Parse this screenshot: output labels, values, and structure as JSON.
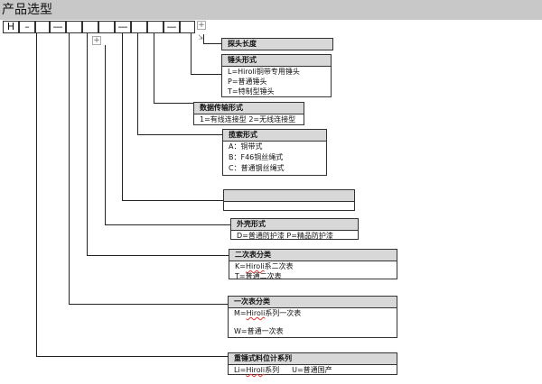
{
  "page": {
    "title": "产品选型"
  },
  "code": {
    "first_char": "H",
    "dash_1": "–",
    "dash_2": "—",
    "dash_3": "—",
    "dash_4": "—",
    "plus": "+",
    "resize_glyph": "⇲"
  },
  "sections": {
    "probe_length": {
      "title": "探头长度"
    },
    "hammer_type": {
      "title": "锤头形式",
      "options": [
        "L=Hiroli铜带专用锤头",
        "P=普通锤头",
        "T=特制型锤头"
      ]
    },
    "data_transmission": {
      "title": "数据传输形式",
      "options": [
        "1=有线连接型   2=无线连接型"
      ]
    },
    "cable_type": {
      "title": "揽索形式",
      "options": [
        "A：铜带式",
        "B：F46铜丝绳式",
        "C：普通钢丝绳式"
      ]
    },
    "blank_section": {
      "title": ""
    },
    "housing_type": {
      "title": "外壳形式",
      "options": [
        "D=普通防护漆  P=精品防护漆"
      ]
    },
    "secondary_meter": {
      "title": "二次表分类",
      "option_k_prefix": "K=",
      "option_k_brand": "Hiroli",
      "option_k_suffix": "系二次表",
      "option_t": "T=普通二次表"
    },
    "primary_meter": {
      "title": "一次表分类",
      "option_m_prefix": "M=",
      "option_m_brand": "Hiroli",
      "option_m_suffix": "系列一次表",
      "option_w": "W=普通一次表"
    },
    "heavy_hammer_series": {
      "title": "重锤式料位计系列",
      "option_li_prefix": "Li=",
      "option_li_brand": "Hiroli",
      "option_li_suffix": "系列",
      "option_u": "U=普通国产"
    }
  }
}
